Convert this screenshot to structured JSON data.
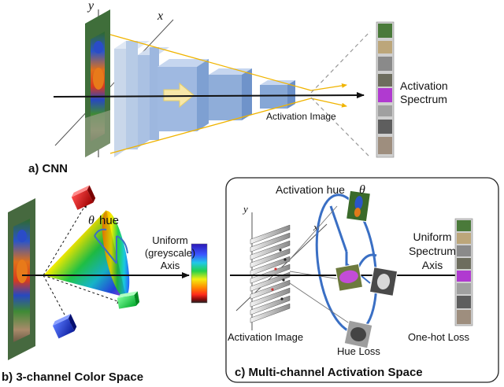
{
  "panel_a": {
    "caption": "a) CNN",
    "axis_x": "x",
    "axis_y": "y",
    "activation_image_label": "Activation Image",
    "activation_spectrum_label_1": "Activation",
    "activation_spectrum_label_2": "Spectrum"
  },
  "panel_b": {
    "caption": "b) 3-channel Color Space",
    "theta_symbol": "θ",
    "hue_label": "hue",
    "uniform_label_1": "Uniform",
    "uniform_label_2": "(greyscale)",
    "uniform_label_3": "Axis"
  },
  "panel_c": {
    "caption": "c) Multi-channel Activation Space",
    "activation_hue_label": "Activation hue",
    "theta_symbol": "θ",
    "axis_x": "x",
    "axis_y": "y",
    "uniform_label_1": "Uniform",
    "uniform_label_2": "Spectrum",
    "uniform_label_3": "Axis",
    "activation_image_label": "Activation Image",
    "hue_loss_label": "Hue Loss",
    "onehot_loss_label": "One-hot Loss"
  },
  "colors": {
    "arrow": "#111111",
    "cnn_block": "#a9c3e6",
    "cnn_block_dark": "#7b9fd0",
    "frustum": "#f0b400",
    "hue_ring": "#3a6fc4",
    "panel_border": "#222222"
  }
}
